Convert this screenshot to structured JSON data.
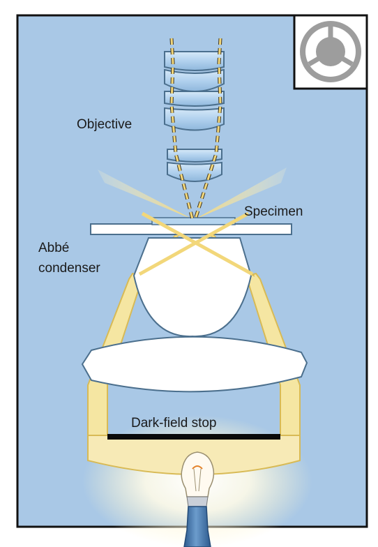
{
  "labels": {
    "objective": "Objective",
    "specimen": "Specimen",
    "condenser_line1": "Abbé",
    "condenser_line2": "condenser",
    "stop": "Dark-field stop"
  },
  "inset": {
    "icon": "dark-field-stop-disk-icon"
  },
  "colors": {
    "background": "#a9c8e6",
    "frame": "#111111",
    "light": "#f5e6a2",
    "light_edge": "#d8ba55",
    "lens_glass": "#b5d4ee",
    "lens_edge": "#4b6f8d",
    "condenser_glass": "#ffffff",
    "stop": "#0a0a0a",
    "bulb_base": "#3f73ab"
  }
}
